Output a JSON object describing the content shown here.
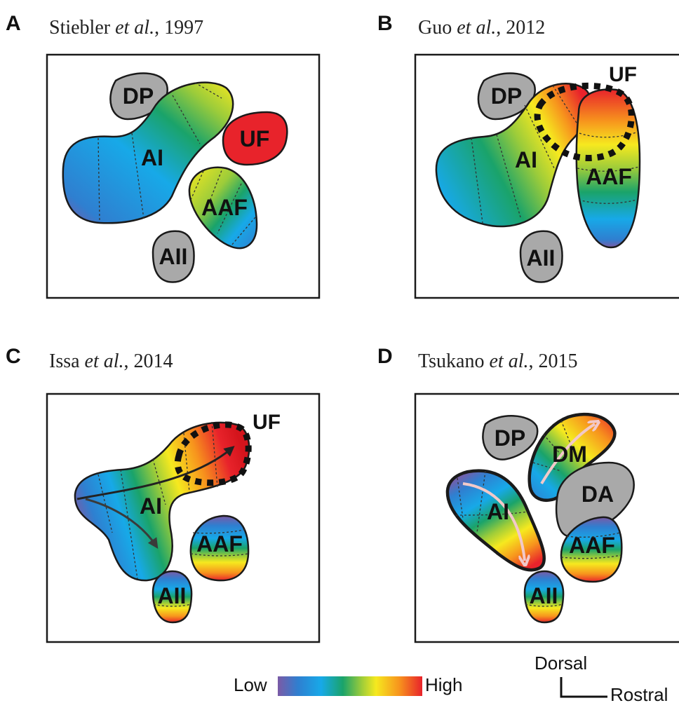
{
  "panels": [
    {
      "letter": "A",
      "author": "Stiebler ",
      "etal": "et al.",
      "year": ", 1997",
      "labels": {
        "dp": "DP",
        "ai": "AI",
        "uf": "UF",
        "aaf": "AAF",
        "aii": "AII"
      }
    },
    {
      "letter": "B",
      "author": "Guo ",
      "etal": "et al.",
      "year": ", 2012",
      "labels": {
        "dp": "DP",
        "ai": "AI",
        "uf": "UF",
        "aaf": "AAF",
        "aii": "AII"
      }
    },
    {
      "letter": "C",
      "author": "Issa ",
      "etal": "et al.",
      "year": ", 2014",
      "labels": {
        "ai": "AI",
        "uf": "UF",
        "aaf": "AAF",
        "aii": "AII"
      }
    },
    {
      "letter": "D",
      "author": "Tsukano ",
      "etal": "et al.",
      "year": ", 2015",
      "labels": {
        "dp": "DP",
        "dm": "DM",
        "da": "DA",
        "ai": "AI",
        "aaf": "AAF",
        "aii": "AII"
      }
    }
  ],
  "legend": {
    "low": "Low",
    "high": "High",
    "colors": [
      "#7b5aa6",
      "#2f7fd0",
      "#17a9e8",
      "#1aa36a",
      "#9ccc3a",
      "#f6e91f",
      "#f7941d",
      "#e8232b"
    ]
  },
  "axes": {
    "dorsal": "Dorsal",
    "rostral": "Rostral"
  }
}
